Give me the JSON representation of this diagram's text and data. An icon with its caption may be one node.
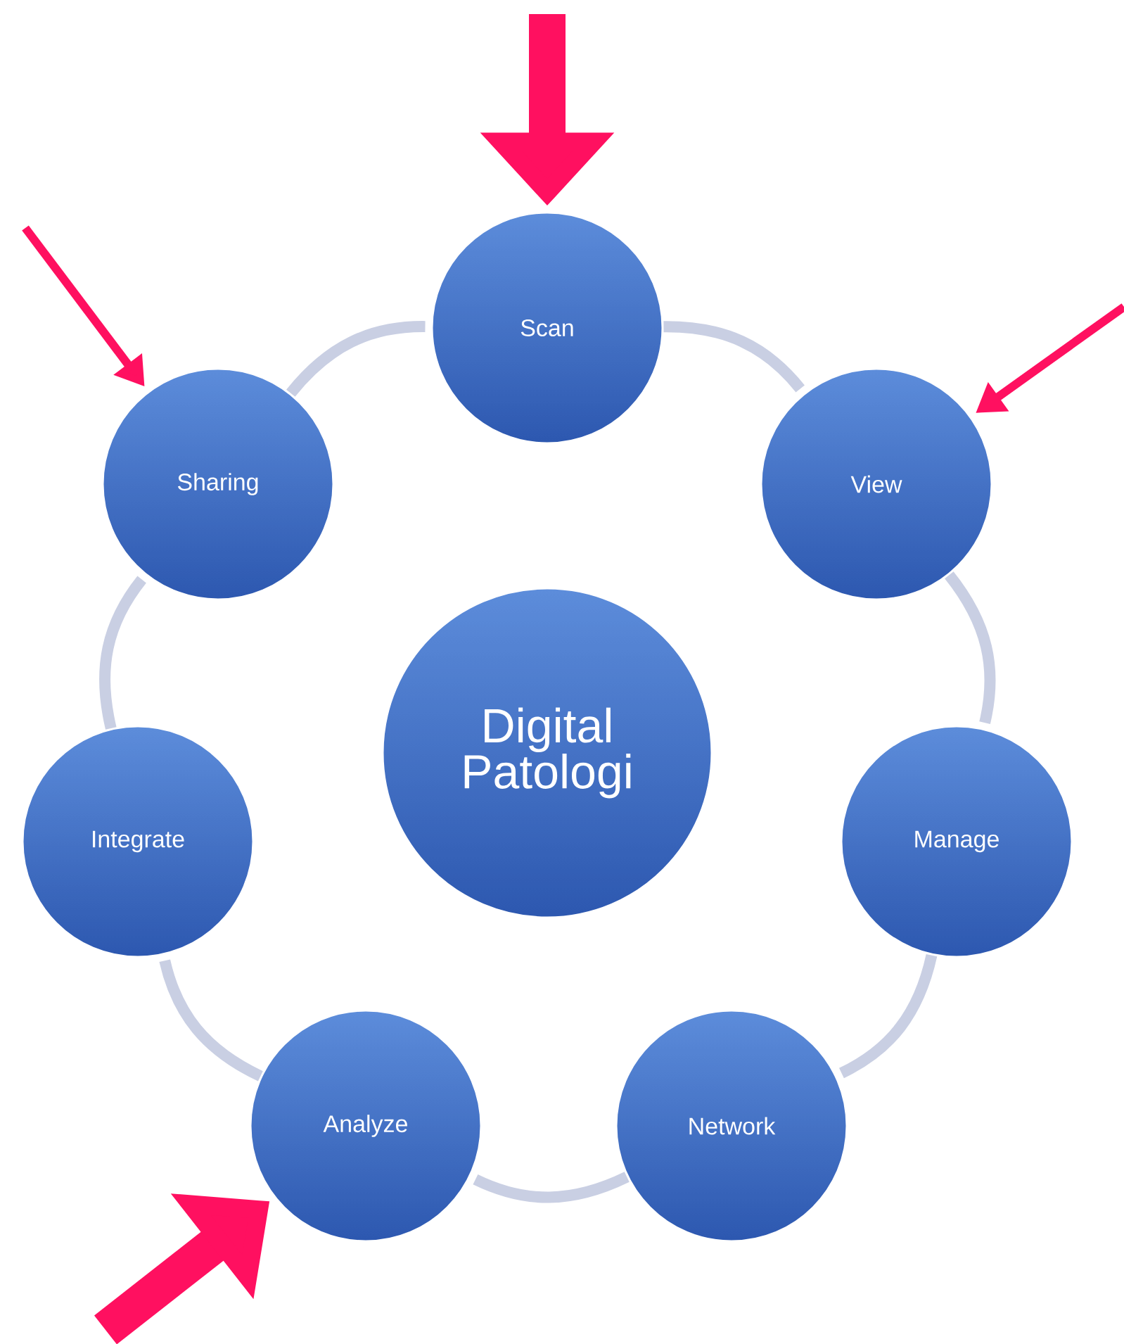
{
  "diagram": {
    "nodes": [
      {
        "text": [
          "Digital Patologi"
        ]
      },
      {
        "text": [
          "Scan"
        ]
      },
      {
        "text": [
          "View"
        ]
      },
      {
        "text": [
          "Manage"
        ]
      },
      {
        "text": [
          "Network"
        ]
      },
      {
        "text": [
          "Analyze"
        ]
      },
      {
        "text": [
          "Integrate"
        ]
      },
      {
        "text": [
          "Sharing"
        ]
      }
    ],
    "edges": [
      {
        "from": 1,
        "to": 2,
        "arrow": "none"
      },
      {
        "from": 2,
        "to": 3,
        "arrow": "none"
      },
      {
        "from": 3,
        "to": 4,
        "arrow": "none"
      },
      {
        "from": 4,
        "to": 5,
        "arrow": "none"
      },
      {
        "from": 5,
        "to": 6,
        "arrow": "none"
      },
      {
        "from": 6,
        "to": 7,
        "arrow": "none"
      },
      {
        "from": 7,
        "to": 1,
        "arrow": "none"
      },
      {
        "from": null,
        "to": 1,
        "arrow": "to",
        "style": "thick",
        "color": "#ff1060"
      },
      {
        "from": null,
        "to": 2,
        "arrow": "to",
        "color": "#ff1060"
      },
      {
        "from": null,
        "to": 7,
        "arrow": "to",
        "color": "#ff1060"
      },
      {
        "from": null,
        "to": 5,
        "arrow": "to",
        "style": "thick",
        "color": "#ff1060"
      }
    ]
  }
}
